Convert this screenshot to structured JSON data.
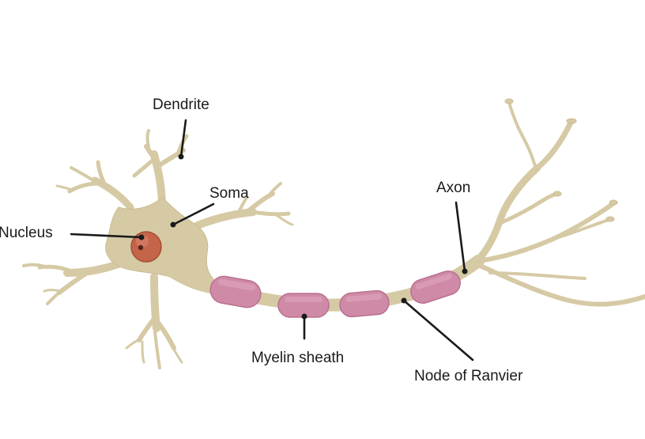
{
  "diagram": {
    "labels": {
      "dendrite": "Dendrite",
      "soma": "Soma",
      "nucleus": "Nucleus",
      "axon": "Axon",
      "myelin_sheath": "Myelin sheath",
      "node_of_ranvier": "Node of Ranvier"
    },
    "colors": {
      "cell_body": "#d6caa5",
      "nucleus": "#c4654a",
      "myelin": "#cf8aa7",
      "leader_lines": "#1a1a1a"
    }
  }
}
